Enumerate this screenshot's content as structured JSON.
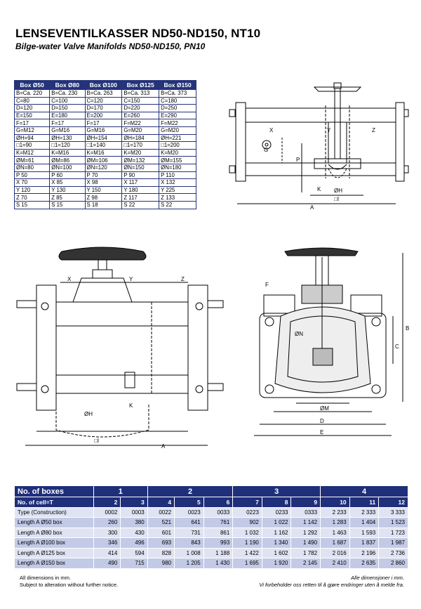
{
  "header": {
    "title": "LENSEVENTILKASSER ND50-ND150, NT10",
    "subtitle": "Bilge-water Valve Manifolds ND50-ND150, PN10"
  },
  "box_table": {
    "columns": [
      "Box Ø50",
      "Box Ø80",
      "Box Ø100",
      "Box Ø125",
      "Box Ø150"
    ],
    "rows": [
      [
        "B=Ca. 220",
        "B=Ca. 230",
        "B=Ca. 263",
        "B=Ca. 313",
        "B=Ca. 373"
      ],
      [
        "C=80",
        "C=100",
        "C=120",
        "C=150",
        "C=180"
      ],
      [
        "D=120",
        "D=150",
        "D=170",
        "D=220",
        "D=250"
      ],
      [
        "E=150",
        "E=180",
        "E=200",
        "E=260",
        "E=290"
      ],
      [
        "F=17",
        "F=17",
        "F=17",
        "F=M22",
        "F=M22"
      ],
      [
        "G=M12",
        "G=M16",
        "G=M16",
        "G=M20",
        "G=M20"
      ],
      [
        "ØH=94",
        "ØH=130",
        "ØH=154",
        "ØH=184",
        "ØH=221"
      ],
      [
        "□1=90",
        "□1=120",
        "□1=140",
        "□1=170",
        "□1=200"
      ],
      [
        "K=M12",
        "K=M16",
        "K=M16",
        "K=M20",
        "K=M20"
      ],
      [
        "ØM=61",
        "ØM=86",
        "ØM=106",
        "ØM=132",
        "ØM=155"
      ],
      [
        "ØN=80",
        "ØN=100",
        "ØN=120",
        "ØN=150",
        "ØN=180"
      ],
      [
        "P 50",
        "P 60",
        "P 70",
        "P 90",
        "P 110"
      ],
      [
        "X 70",
        "X 85",
        "X 98",
        "X 117",
        "X 132"
      ],
      [
        "Y 120",
        "Y 130",
        "Y 150",
        "Y 180",
        "Y 225"
      ],
      [
        "Z 70",
        "Z 85",
        "Z 98",
        "Z 117",
        "Z 133"
      ],
      [
        "S 15",
        "S 15",
        "S 18",
        "S 22",
        "S 22"
      ]
    ]
  },
  "drawing_labels": {
    "top_right": [
      "X",
      "Y",
      "Z",
      "G",
      "P",
      "K",
      "ØH",
      "□I",
      "A"
    ],
    "left": [
      "X",
      "Y",
      "Z",
      "ØH",
      "K",
      "□I",
      "A"
    ],
    "right": [
      "F",
      "ØN",
      "C",
      "B",
      "ØM",
      "D",
      "E"
    ]
  },
  "qty_table": {
    "group_header_label": "No. of boxes",
    "groups": [
      "1",
      "2",
      "3",
      "4"
    ],
    "cell_header_label": "No. of cell=T",
    "cells": [
      "2",
      "3",
      "4",
      "5",
      "6",
      "7",
      "8",
      "9",
      "10",
      "11",
      "12"
    ],
    "rows": [
      {
        "label": "Type (Construction)",
        "values": [
          "0002",
          "0003",
          "0022",
          "0023",
          "0033",
          "0223",
          "0233",
          "0333",
          "2 233",
          "2 333",
          "3 333"
        ]
      },
      {
        "label": "Length A Ø50 box",
        "values": [
          "260",
          "380",
          "521",
          "641",
          "761",
          "902",
          "1 022",
          "1 142",
          "1 283",
          "1 404",
          "1 523"
        ]
      },
      {
        "label": "Length A Ø80 box",
        "values": [
          "300",
          "430",
          "601",
          "731",
          "861",
          "1 032",
          "1 162",
          "1 292",
          "1 463",
          "1 593",
          "1 723"
        ]
      },
      {
        "label": "Length A Ø100 box",
        "values": [
          "346",
          "496",
          "693",
          "843",
          "993",
          "1 190",
          "1 340",
          "1 490",
          "1 687",
          "1 837",
          "1 987"
        ]
      },
      {
        "label": "Length A Ø125 box",
        "values": [
          "414",
          "594",
          "828",
          "1 008",
          "1 188",
          "1 422",
          "1 602",
          "1 782",
          "2 016",
          "2 196",
          "2 736"
        ]
      },
      {
        "label": "Length A Ø150 box",
        "values": [
          "490",
          "715",
          "980",
          "1 205",
          "1 430",
          "1 695",
          "1 920",
          "2 145",
          "2 410",
          "2 635",
          "2 860"
        ]
      }
    ]
  },
  "footer": {
    "left_line1": "All dimensions in mm.",
    "left_line2": "Subject to alteration without further notice.",
    "right_line1": "Alle dimensjoner i mm.",
    "right_line2": "Vi forbeholder oss retten til å gjøre endringer uten å melde fra."
  }
}
